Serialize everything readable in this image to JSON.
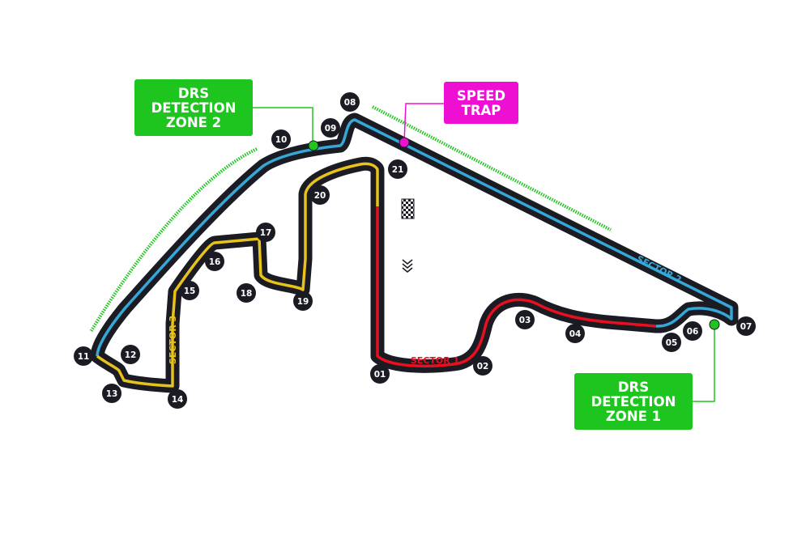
{
  "colors": {
    "track": "#1b1b24",
    "sector1": "#e8101e",
    "sector2": "#35a8d8",
    "sector3": "#e6c21a",
    "drs": "#1ec51e",
    "speed_trap": "#ee10d2"
  },
  "icons": {
    "finish_line": "checkered-flag-icon",
    "direction": "direction-chevrons-icon",
    "drs_marker": "drs-detection-point-icon",
    "speed_trap_marker": "speed-trap-point-icon"
  },
  "sectors": [
    {
      "label": "SECTOR 1",
      "color": "#e8101e"
    },
    {
      "label": "SECTOR 2",
      "color": "#35a8d8"
    },
    {
      "label": "SECTOR 3",
      "color": "#e6c21a"
    }
  ],
  "turns": [
    "01",
    "02",
    "03",
    "04",
    "05",
    "06",
    "07",
    "08",
    "09",
    "10",
    "11",
    "12",
    "13",
    "14",
    "15",
    "16",
    "17",
    "18",
    "19",
    "20",
    "21"
  ],
  "callouts": {
    "drs_zone_2": [
      "DRS",
      "DETECTION",
      "ZONE 2"
    ],
    "speed_trap": [
      "SPEED",
      "TRAP"
    ],
    "drs_zone_1": [
      "DRS",
      "DETECTION",
      "ZONE 1"
    ]
  }
}
